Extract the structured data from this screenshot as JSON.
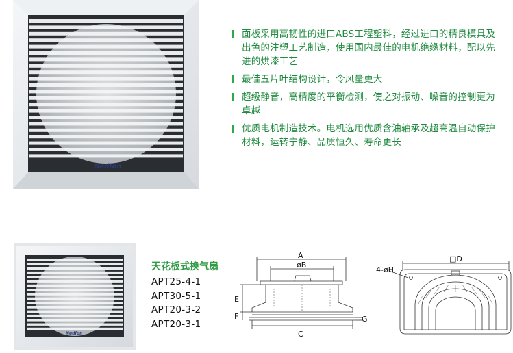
{
  "features": [
    "面板采用高韧性的进口ABS工程塑料，经过进口的精良模具及出色的注塑工艺制造，使用国内最佳的电机绝缘材料，配以先进的烘漆工艺",
    "最佳五片叶结构设计，令风量更大",
    "超级静音，高精度的平衡检测，使之对振动、噪音的控制更为卓越",
    "优质电机制造技术。电机选用优质含油轴承及超高温自动保护材料，运转宁静、品质恒久、寿命更长"
  ],
  "brand_logo": "Nedfon",
  "product_title": "天花板式换气扇",
  "models": [
    "APT25-4-1",
    "APT30-5-1",
    "APT20-3-2",
    "APT20-3-1"
  ],
  "dimension_labels": {
    "a": "A",
    "b": "øB",
    "c": "C",
    "d": "□D",
    "e": "E",
    "f": "F",
    "g": "G",
    "h": "4-øH"
  },
  "colors": {
    "text_green": "#1f8a3f",
    "title_green": "#2f9b45",
    "bullet_green": "#2fa84a"
  }
}
